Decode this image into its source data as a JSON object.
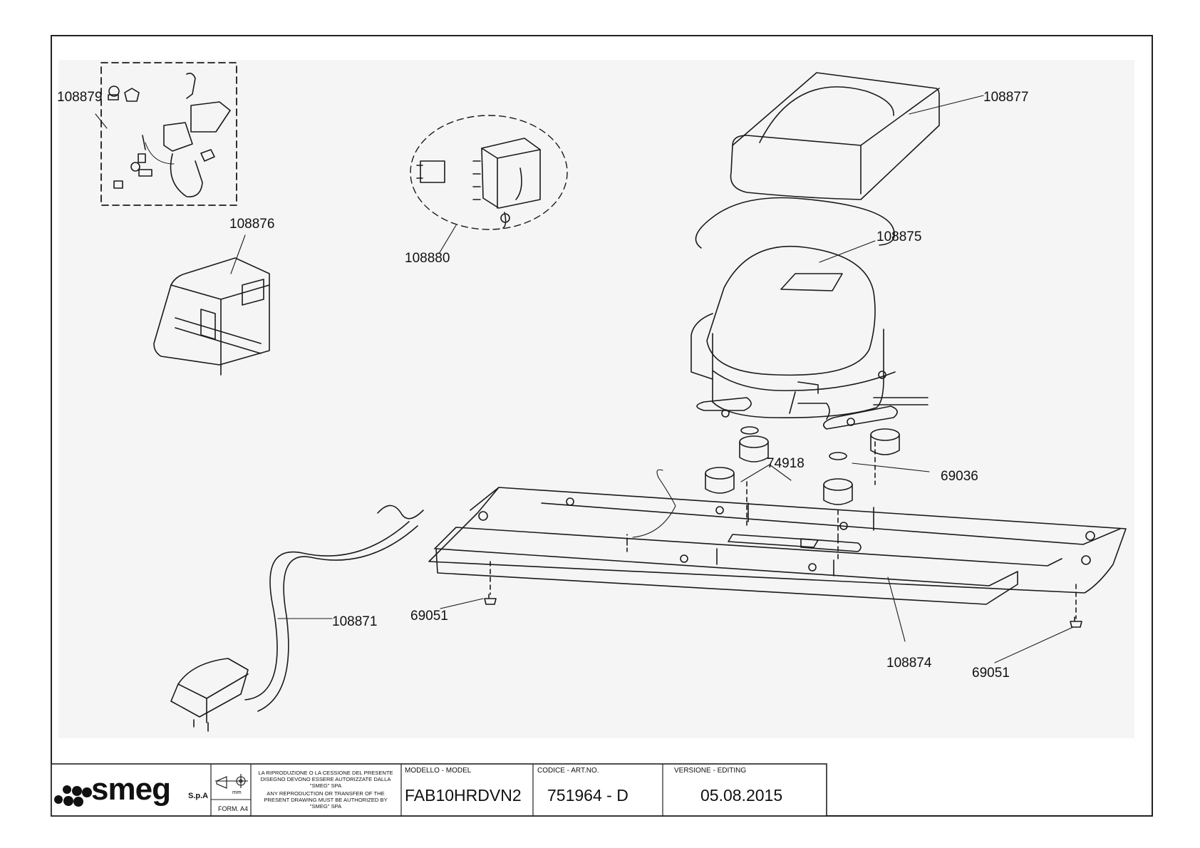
{
  "drawing": {
    "callouts": {
      "p108879": "108879",
      "p108877": "108877",
      "p108876": "108876",
      "p108880": "108880",
      "p108875": "108875",
      "p74918": "74918",
      "p69036": "69036",
      "p108871": "108871",
      "p69051_left": "69051",
      "p108874": "108874",
      "p69051_right": "69051"
    }
  },
  "title_block": {
    "logo": "smeg",
    "logo_suffix": "S.p.A",
    "format_label": "FORM. A4",
    "unit_label": "mm",
    "notice_it": [
      "LA RIPRODUZIONE O LA CESSIONE DEL PRESENTE",
      "DISEGNO DEVONO ESSERE AUTORIZZATE DALLA",
      "\"SMEG\" SPA"
    ],
    "notice_en": [
      "ANY REPRODUCTION OR TRANSFER OF THE",
      "PRESENT DRAWING MUST BE AUTHORIZED BY",
      "\"SMEG\" SPA"
    ],
    "model_label": "MODELLO - MODEL",
    "model_value": "FAB10HRDVN2",
    "code_label": "CODICE - ART.NO.",
    "code_value": "751964 - D",
    "version_label": "VERSIONE - EDITING",
    "version_value": "05.08.2015"
  },
  "colors": {
    "line": "#1a1a1a",
    "background_tint": "#f4f5f4"
  }
}
